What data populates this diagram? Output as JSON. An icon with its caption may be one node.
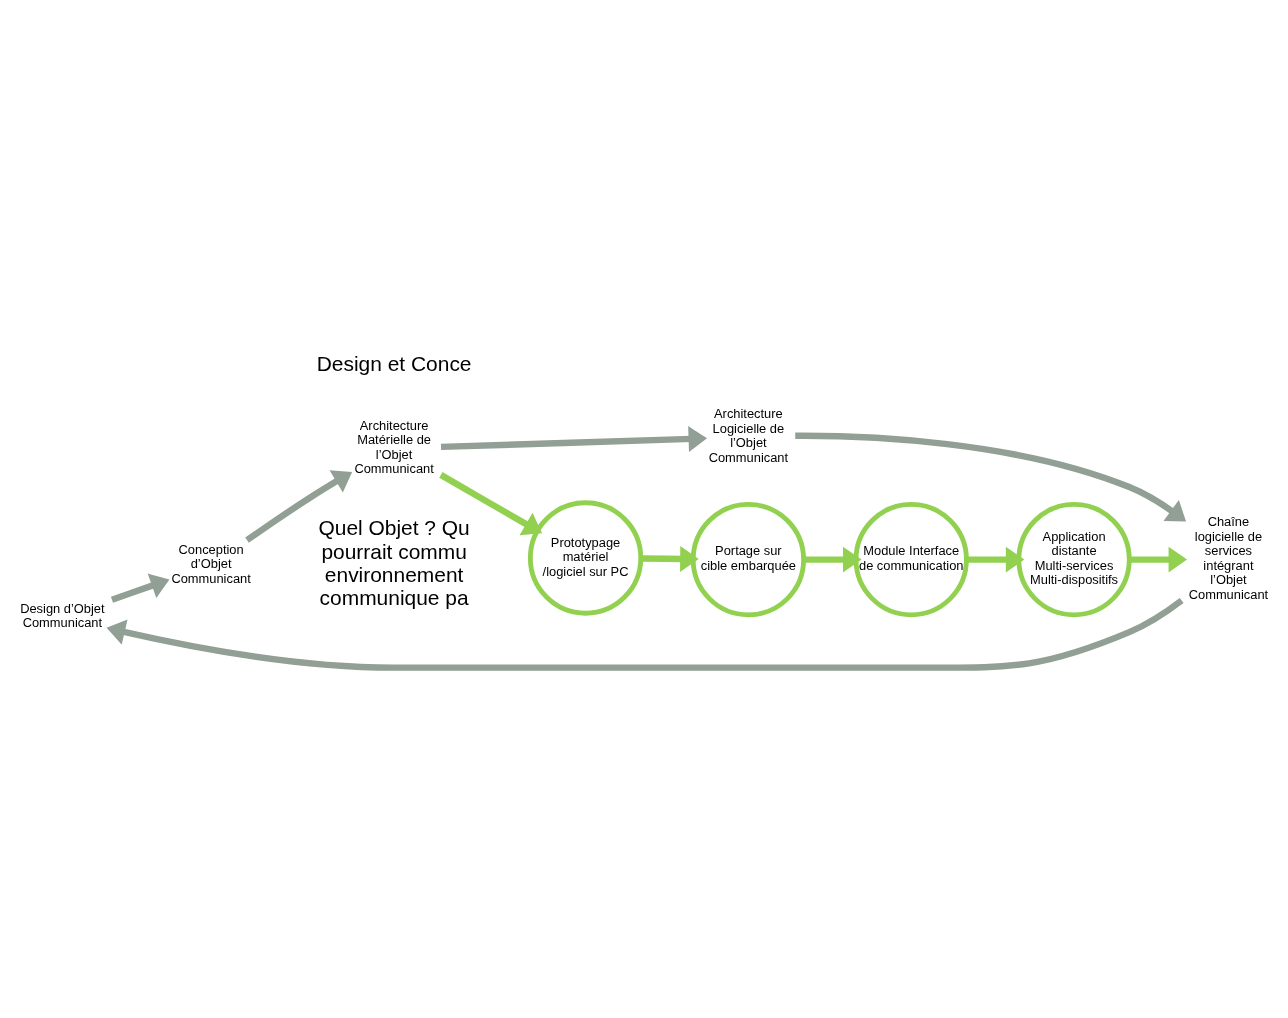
{
  "diagram": {
    "nodes": [
      {
        "text": [
          "Design d’Objet Communicant"
        ]
      },
      {
        "text": [
          "Conception d’Objet Communicant"
        ]
      },
      {
        "text": [
          "Architecture Matérielle de l’Objet Communicant"
        ]
      },
      {
        "text": [
          "Architecture Logicielle de l’Objet Communicant"
        ]
      },
      {
        "text": [
          "Chaîne logicielle de services intégrant l’Objet Communicant"
        ]
      },
      {
        "text": [
          "Prototypage matériel /logiciel sur PC"
        ]
      },
      {
        "text": [
          "Portage sur cible embarquée"
        ]
      },
      {
        "text": [
          "Module Interface de communication"
        ]
      },
      {
        "text": [
          "Application distante Multi-services Multi-dispositifs"
        ]
      }
    ],
    "edges": [
      {
        "from": 0,
        "to": 1,
        "arrow": "to",
        "color": "#919f94"
      },
      {
        "from": 1,
        "to": 2,
        "arrow": "to",
        "color": "#919f94"
      },
      {
        "from": 2,
        "to": 3,
        "arrow": "to",
        "color": "#919f94"
      },
      {
        "from": 3,
        "to": 4,
        "arrow": "to",
        "color": "#919f94"
      },
      {
        "from": 4,
        "to": 0,
        "arrow": "to",
        "color": "#919f94"
      },
      {
        "from": 2,
        "to": 5,
        "arrow": "to",
        "color": "#92d050"
      },
      {
        "from": 5,
        "to": 6,
        "arrow": "to",
        "color": "#92d050"
      },
      {
        "from": 6,
        "to": 7,
        "arrow": "to",
        "color": "#92d050"
      },
      {
        "from": 7,
        "to": 8,
        "arrow": "to",
        "color": "#92d050"
      },
      {
        "from": 8,
        "to": 4,
        "arrow": "to",
        "color": "#92d050"
      }
    ],
    "labels": [
      "Quel Objet ? Qu pourrait commu environnement communique pa",
      "Design et Conce"
    ]
  }
}
